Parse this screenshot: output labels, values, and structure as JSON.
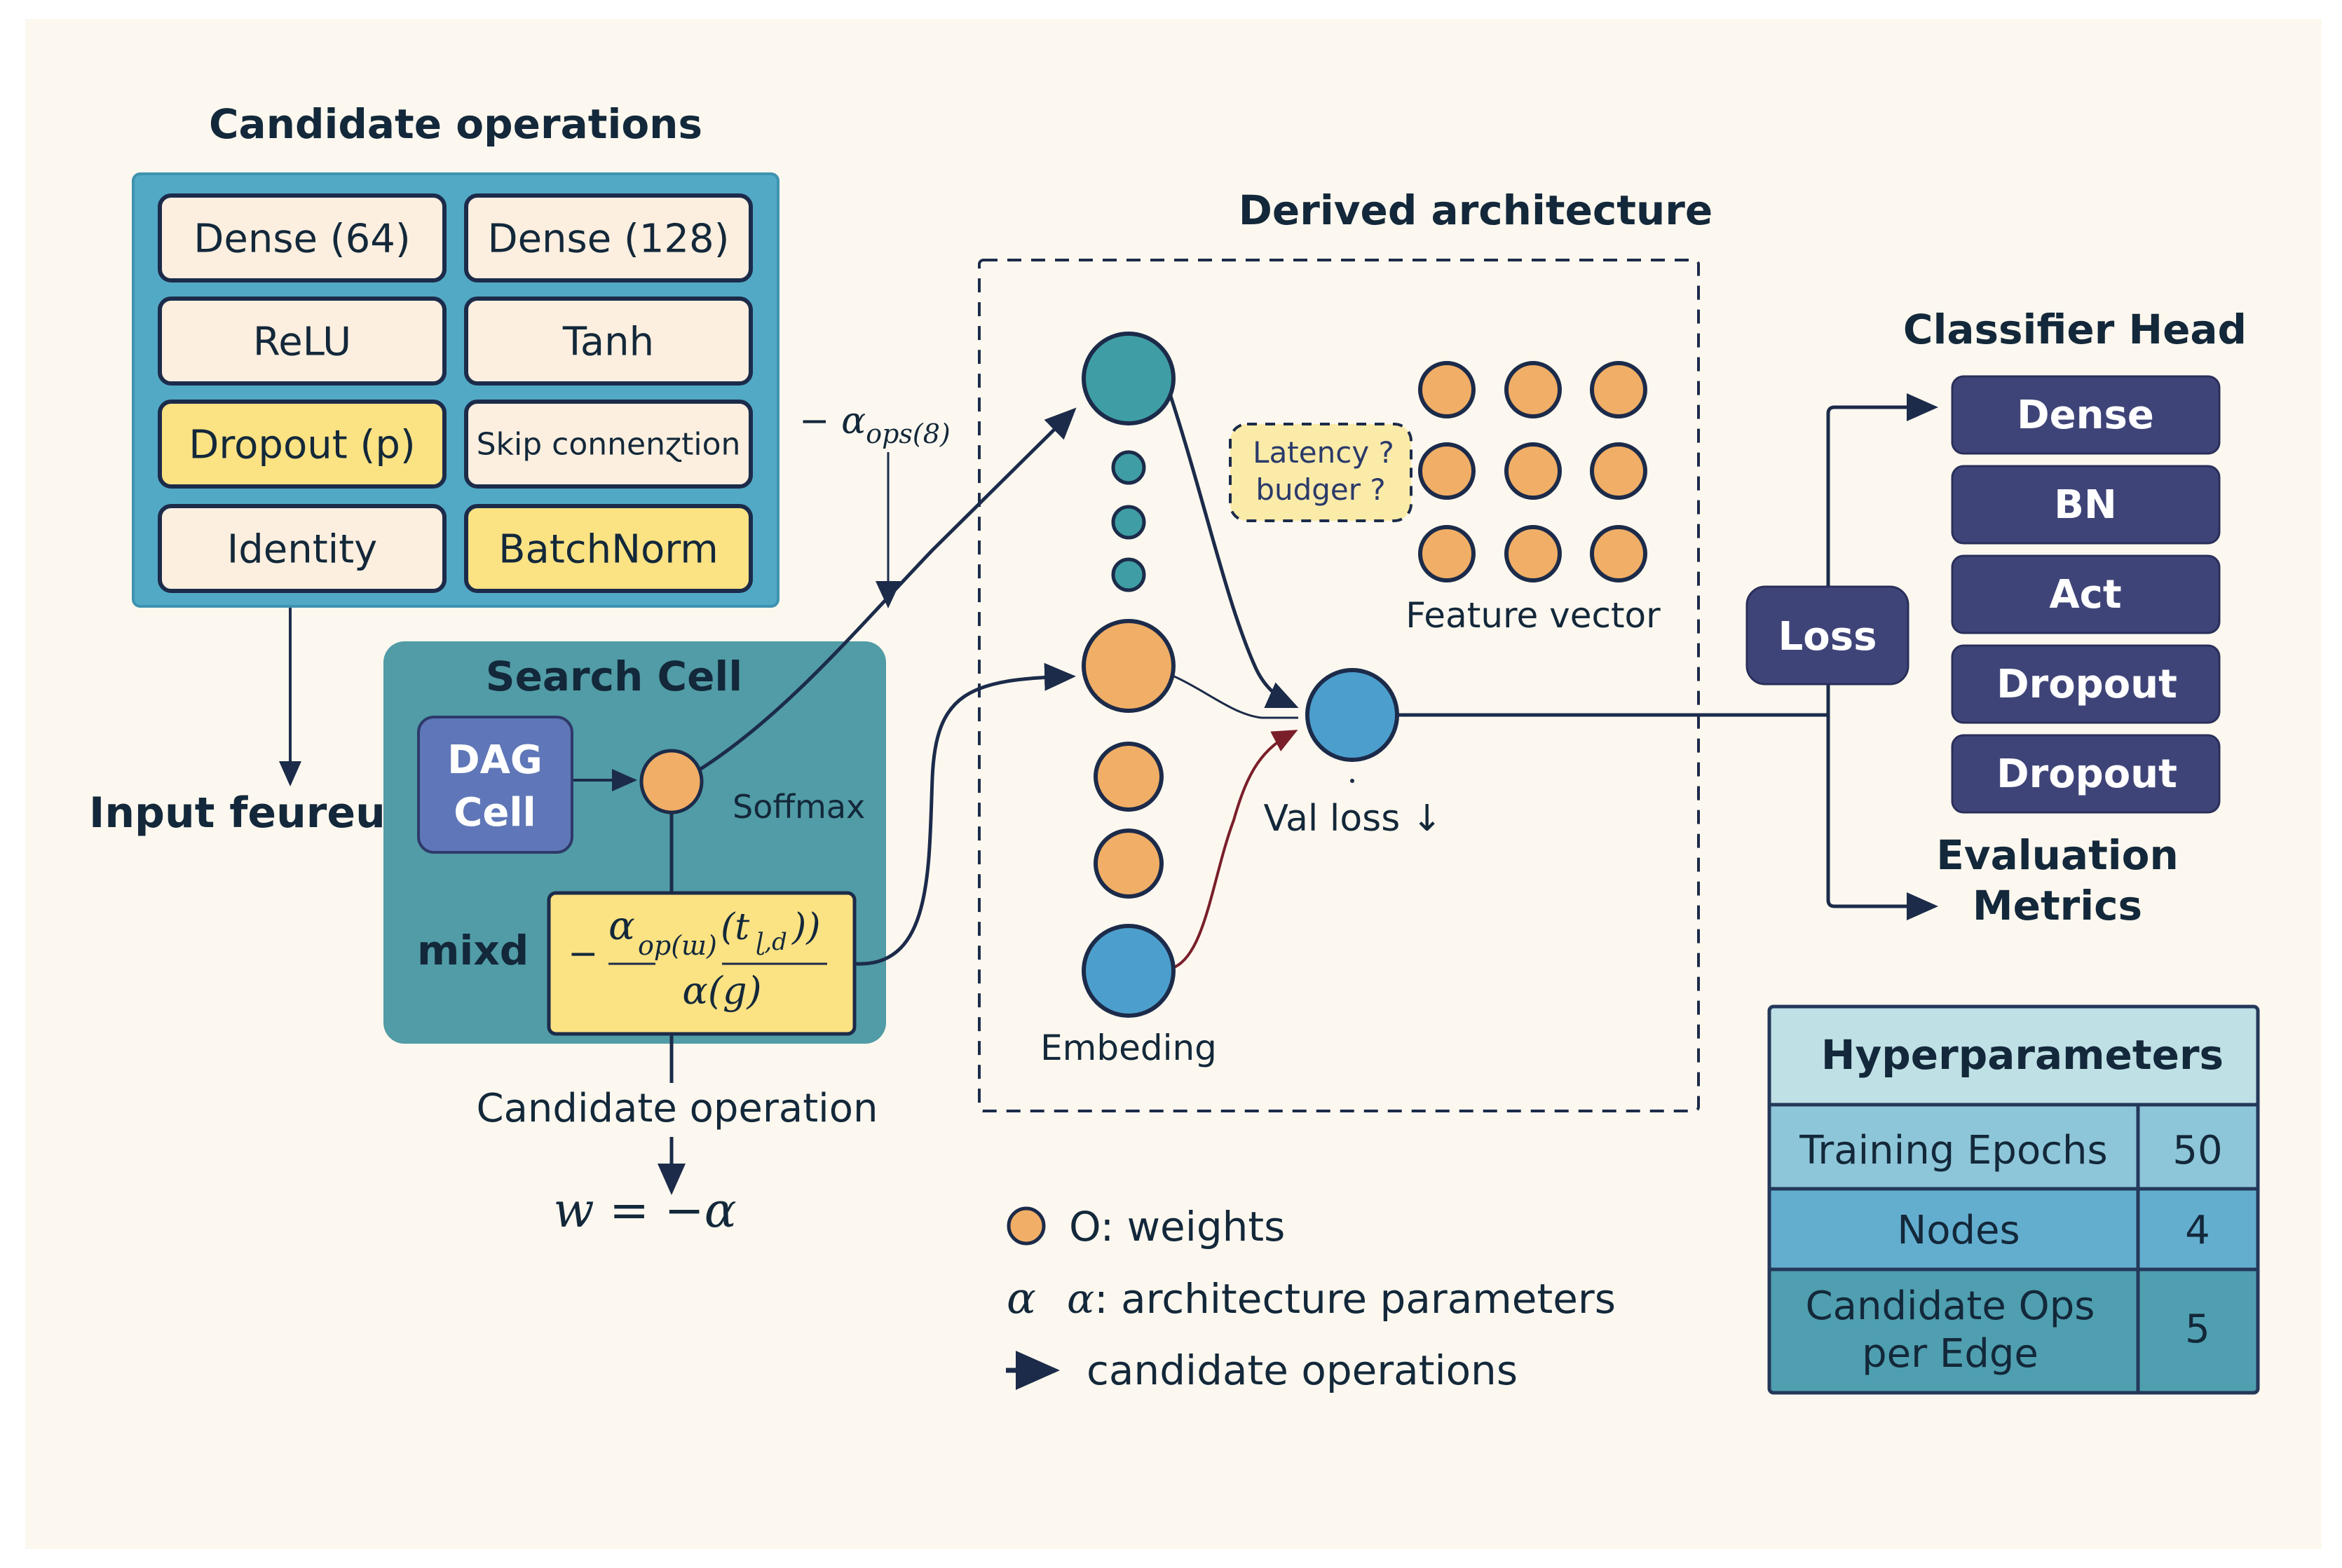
{
  "colors": {
    "background": "#fdf8ef",
    "ink": "#1c2b4a",
    "text": "#13283a",
    "panel_blue": "#52a9c5",
    "op_box": "#fcefdf",
    "op_box_highlight": "#fbe283",
    "search_cell": "#519ca6",
    "dag_cell": "#5f77b8",
    "orange": "#f1ae66",
    "teal": "#3f9ea5",
    "blue": "#4c9fcd",
    "navy_box": "#3f4478",
    "latency_note": "#fbeba9",
    "red_edge": "#7a1f2a",
    "hp_header": "#bfe0e5",
    "hp_row1": "#8ec6d9",
    "hp_row2": "#63aecf",
    "hp_row3": "#4f9fb0"
  },
  "candidate_ops": {
    "title": "Candidate operations",
    "items": [
      {
        "label": "Dense (64)",
        "highlight": false
      },
      {
        "label": "Dense (128)",
        "highlight": false
      },
      {
        "label": "ReLU",
        "highlight": false
      },
      {
        "label": "Tanh",
        "highlight": false
      },
      {
        "label": "Dropout (p)",
        "highlight": true
      },
      {
        "label": "Skip connenɀtion",
        "highlight": false
      },
      {
        "label": "Identity",
        "highlight": false
      },
      {
        "label": "BatchNorm",
        "highlight": true
      }
    ]
  },
  "input_label": "Input feureus",
  "alpha_annotation": {
    "prefix": "− α",
    "subscript": "ops(8)"
  },
  "search_cell": {
    "title": "Search Cell",
    "dag_line1": "DAG",
    "dag_line2": "Cell",
    "softmax_label": "Soffmax",
    "mixed_label": "mixd =",
    "formula_minus": "−",
    "formula_num_alpha": "α",
    "formula_num_sub": "op(ɯ)",
    "formula_num_rest": "(t",
    "formula_num_sub2": "ɭ,d",
    "formula_num_close": "))",
    "formula_den": "α(g)"
  },
  "candidate_operation_label": "Candidate operation",
  "weight_formula": "w = −α",
  "derived": {
    "title": "Derived architecture",
    "latency_line1": "Latency ?",
    "latency_line2": "budger ?",
    "feature_label": "Feature vector",
    "val_loss_label": "Val loss ↓",
    "embedding_label": "Embeding"
  },
  "classifier": {
    "title": "Classifier Head",
    "loss_label": "Loss",
    "layers": [
      "Dense",
      "BN",
      "Act",
      "Dropout",
      "Dropout"
    ],
    "eval_line1": "Evaluation",
    "eval_line2": "Metrics"
  },
  "legend": [
    {
      "icon": "orange-circle",
      "label": "O: weights"
    },
    {
      "icon": "alpha-symbol",
      "symbol": "α",
      "symbol2": "α",
      "label": ": architecture parameters"
    },
    {
      "icon": "arrow-right",
      "label": "candidate operations"
    }
  ],
  "hyperparameters": {
    "title": "Hyperparameters",
    "rows": [
      {
        "name": "Training Epochs",
        "value": "50"
      },
      {
        "name": "Nodes",
        "value": "4"
      },
      {
        "name_line1": "Candidate Ops",
        "name_line2": "per Edge",
        "value": "5"
      }
    ]
  }
}
